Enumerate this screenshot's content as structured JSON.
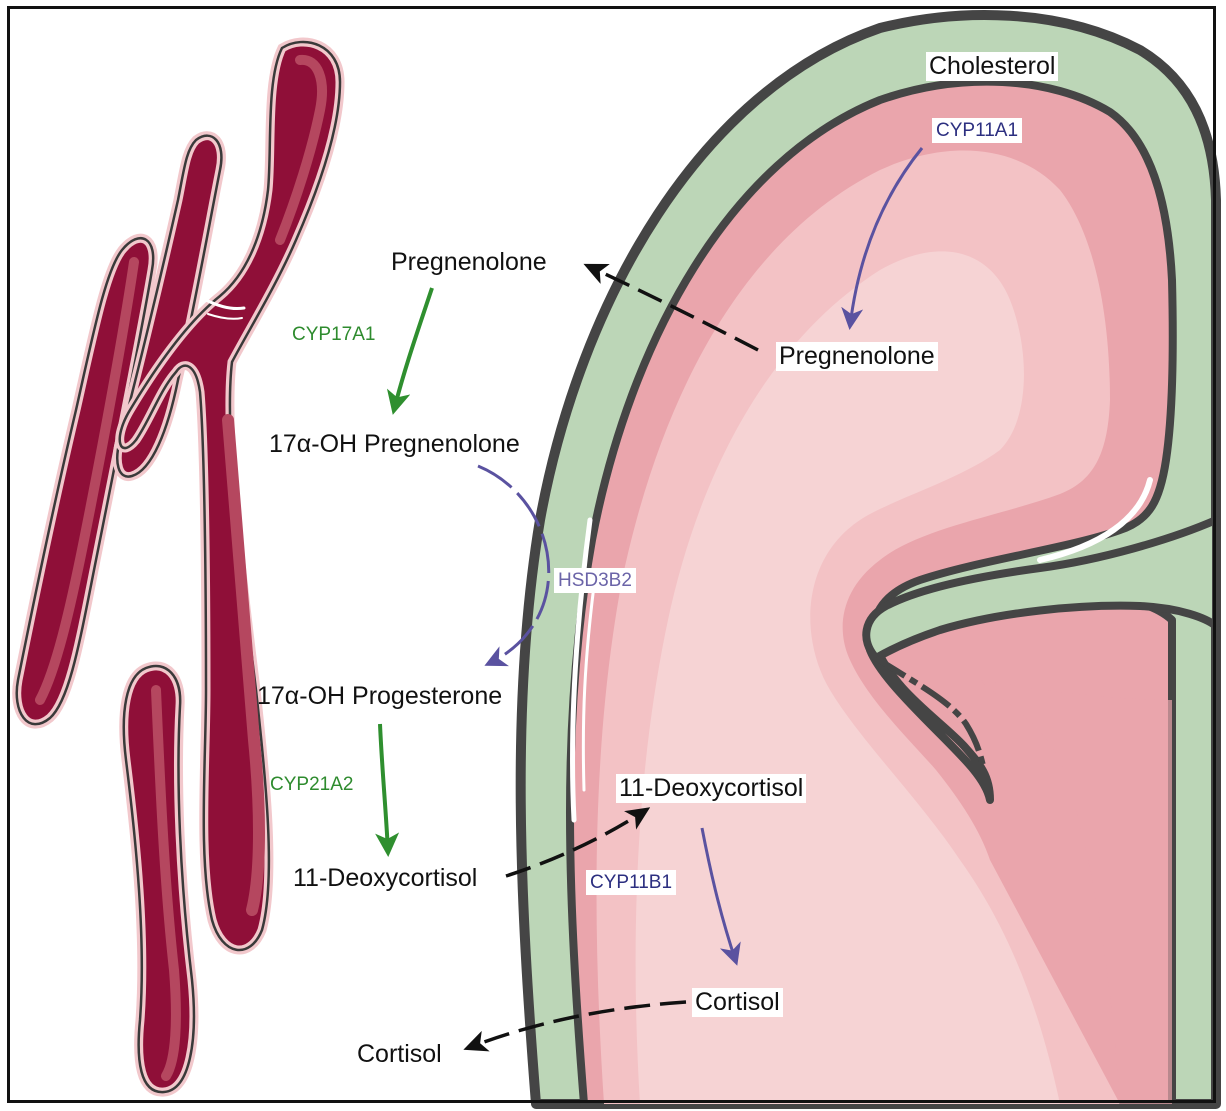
{
  "diagram": {
    "er_label": "",
    "mito_label": "",
    "molecules": {
      "cholesterol": "Cholesterol",
      "preg_mito": "Pregnenolone",
      "preg_er": "Pregnenolone",
      "ohpreg": "17α-OH Pregnenolone",
      "ohprog": "17α-OH Progesterone",
      "deoxy_er": "11-Deoxycortisol",
      "deoxy_mito": "11-Deoxycortisol",
      "cortisol_mito": "Cortisol",
      "cortisol_out": "Cortisol"
    },
    "enzymes": {
      "cyp11a1": "CYP11A1",
      "cyp17a1": "CYP17A1",
      "hsd3b2": "HSD3B2",
      "cyp21a2": "CYP21A2",
      "cyp11b1": "CYP11B1"
    },
    "colors": {
      "er_fill": "#8f0f38",
      "er_highlight": "#b5475f",
      "er_outline": "#f2c8cc",
      "mito_membrane": "#bcd6b7",
      "mito_matrix_outer": "#eaa5ac",
      "mito_matrix_inner": "#f6d3d4",
      "outline": "#454545",
      "enzyme_green": "#2e8b2e",
      "enzyme_purple": "#2c2f80",
      "enzyme_lavender": "#6b64a8",
      "arrow_purple": "#5a52a0",
      "arrow_green": "#2f8f2f",
      "dashed": "#111111"
    }
  }
}
